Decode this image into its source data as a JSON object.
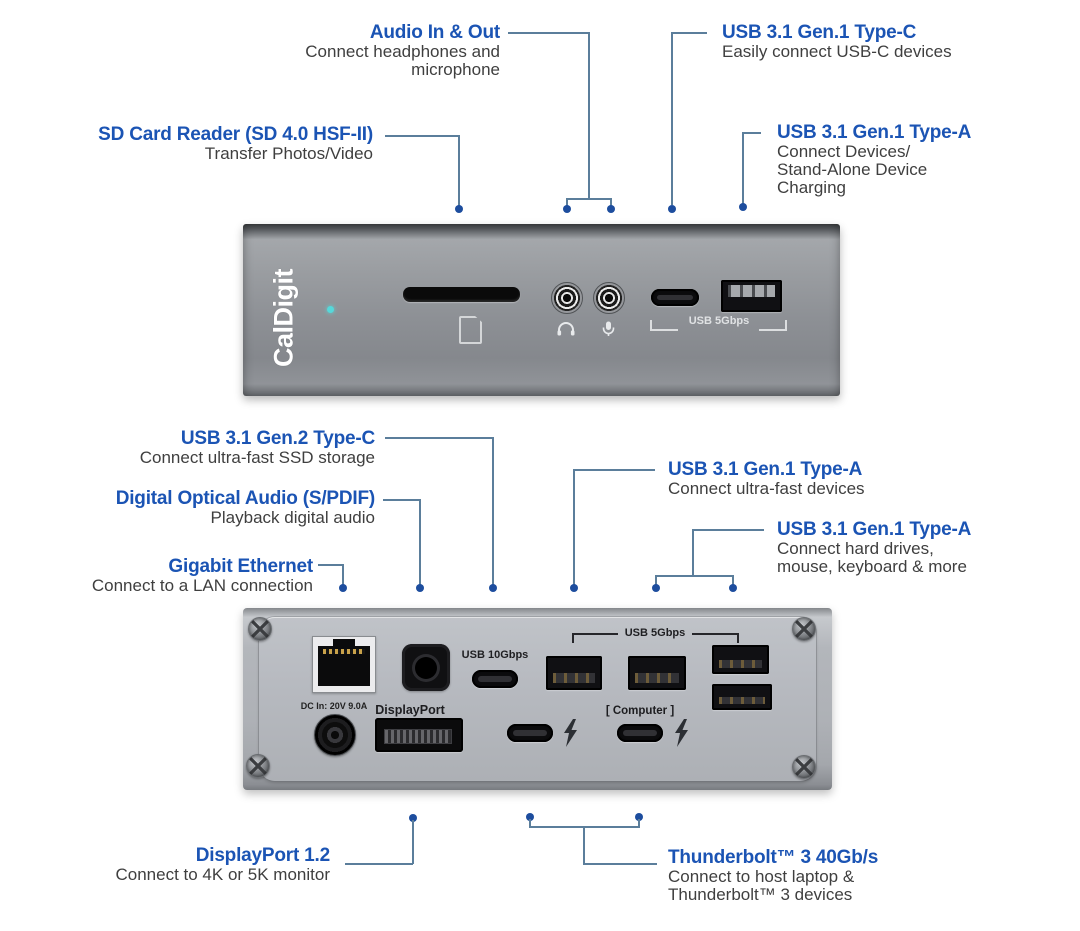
{
  "colors": {
    "accent_blue": "#1b54b4",
    "line": "#5b7e9b",
    "dot": "#1d4d9e",
    "led": "#56d8da"
  },
  "device": {
    "brand_logo": "CalDigit"
  },
  "front": {
    "audio": {
      "title": "Audio In & Out",
      "line1": "Connect headphones and",
      "line2": "microphone"
    },
    "sd": {
      "title": "SD Card Reader (SD 4.0 HSF-II)",
      "line1": "Transfer Photos/Video"
    },
    "usb_c": {
      "title": "USB 3.1 Gen.1 Type-C",
      "line1": "Easily connect USB-C devices"
    },
    "usb_a": {
      "title": "USB 3.1 Gen.1 Type-A",
      "line1": "Connect Devices/",
      "line2": "Stand-Alone Device",
      "line3": "Charging"
    },
    "usb5_label": "USB 5Gbps"
  },
  "rear": {
    "usb_c_gen2": {
      "title": "USB 3.1 Gen.2 Type-C",
      "line1": "Connect ultra-fast SSD storage"
    },
    "optical": {
      "title": "Digital Optical Audio (S/PDIF)",
      "line1": "Playback digital audio"
    },
    "ethernet": {
      "title": "Gigabit Ethernet",
      "line1": "Connect to a LAN connection"
    },
    "usb_a_fast": {
      "title": "USB 3.1 Gen.1 Type-A",
      "line1": "Connect ultra-fast devices"
    },
    "usb_a_more": {
      "title": "USB 3.1 Gen.1 Type-A",
      "line1": "Connect hard drives,",
      "line2": "mouse, keyboard & more"
    },
    "displayport": {
      "title": "DisplayPort 1.2",
      "line1": "Connect to 4K or 5K monitor"
    },
    "thunderbolt": {
      "title": "Thunderbolt™ 3 40Gb/s",
      "line1": "Connect to host laptop &",
      "line2": "Thunderbolt™ 3 devices"
    },
    "usb10_label": "USB 10Gbps",
    "usb5_label": "USB 5Gbps",
    "dc_label": "DC In: 20V 9.0A",
    "dp_label": "DisplayPort",
    "computer_label": "[ Computer ]"
  }
}
